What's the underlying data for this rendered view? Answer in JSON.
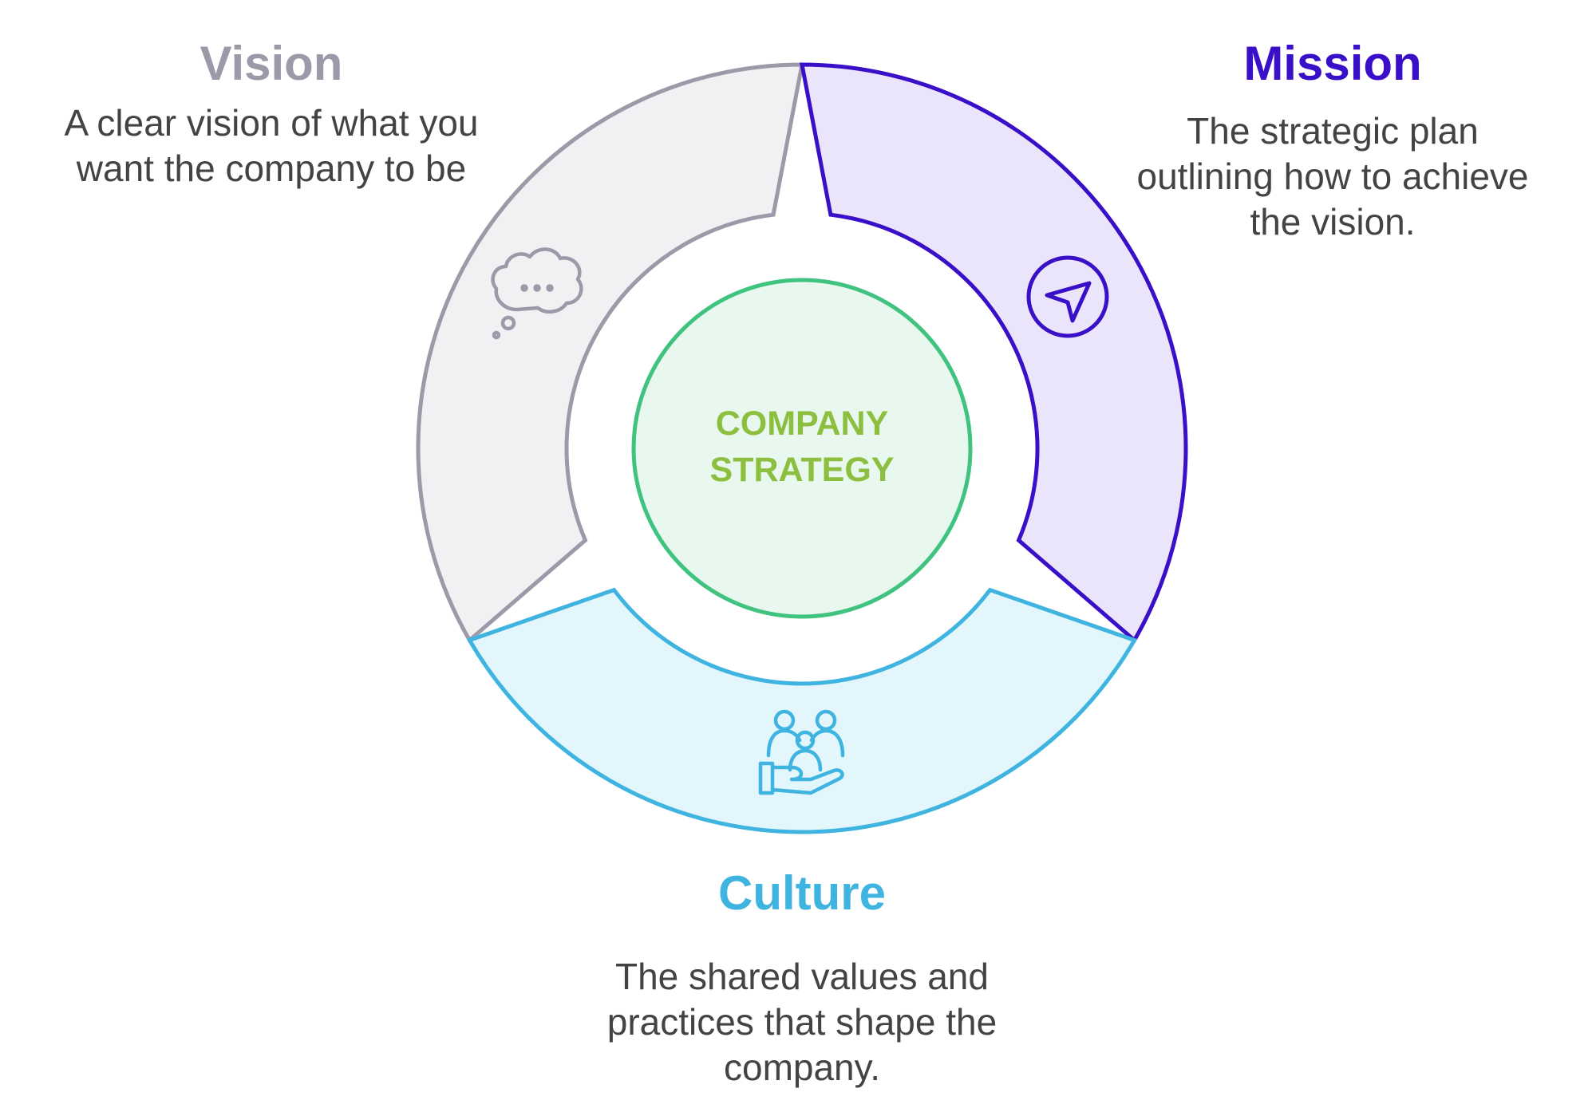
{
  "center": {
    "line1": "COMPANY",
    "line2": "STRATEGY",
    "text_color": "#8cbf3f",
    "stroke_color": "#3fc37f",
    "fill_color": "#e8f8ef"
  },
  "segments": [
    {
      "id": "vision",
      "title": "Vision",
      "description": "A clear vision of what you\nwant the company to be",
      "icon": "thought-bubble-icon",
      "stroke_color": "#9c9aa8",
      "fill_color": "#f1f1f3",
      "title_color": "#9c9aa8"
    },
    {
      "id": "mission",
      "title": "Mission",
      "description": "The strategic plan\noutlining how to achieve\nthe vision.",
      "icon": "navigation-arrow-icon",
      "stroke_color": "#3a0fc8",
      "fill_color": "#ebe5fb",
      "title_color": "#3a0fc8"
    },
    {
      "id": "culture",
      "title": "Culture",
      "description": "The shared values and\npractices that shape the\ncompany.",
      "icon": "people-in-hand-icon",
      "stroke_color": "#40b4e0",
      "fill_color": "#e3f6fc",
      "title_color": "#40b4e0"
    }
  ]
}
